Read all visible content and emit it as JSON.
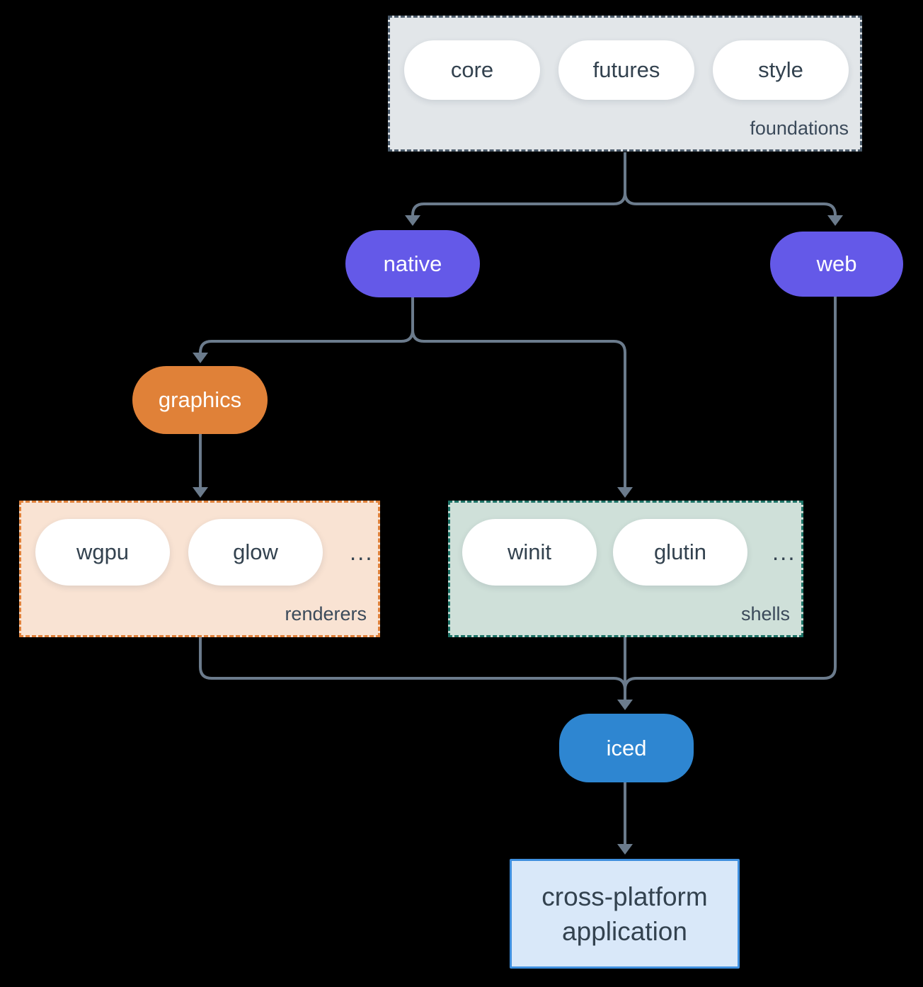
{
  "colors": {
    "background": "#000000",
    "line": "#6b7b8c",
    "dark_text": "#33424f",
    "label_text": "#3b4a5a",
    "purple": "#6459e8",
    "orange": "#e08138",
    "blue": "#2e86d1",
    "white_pill": "#ffffff",
    "foundations_bg": "#e2e6e9",
    "foundations_border": "#4a5a6a",
    "renderers_bg": "#f9e3d3",
    "renderers_border": "#e0813a",
    "shells_bg": "#cfe0d9",
    "shells_border": "#1d7367",
    "app_bg": "#d9e8f9",
    "app_border": "#3f8fde"
  },
  "groups": {
    "foundations": {
      "label": "foundations",
      "items": [
        "core",
        "futures",
        "style"
      ]
    },
    "renderers": {
      "label": "renderers",
      "items": [
        "wgpu",
        "glow"
      ],
      "ellipsis": "..."
    },
    "shells": {
      "label": "shells",
      "items": [
        "winit",
        "glutin"
      ],
      "ellipsis": "..."
    }
  },
  "nodes": {
    "native": {
      "label": "native"
    },
    "web": {
      "label": "web"
    },
    "graphics": {
      "label": "graphics"
    },
    "iced": {
      "label": "iced"
    },
    "application": {
      "line1": "cross-platform",
      "line2": "application"
    }
  }
}
